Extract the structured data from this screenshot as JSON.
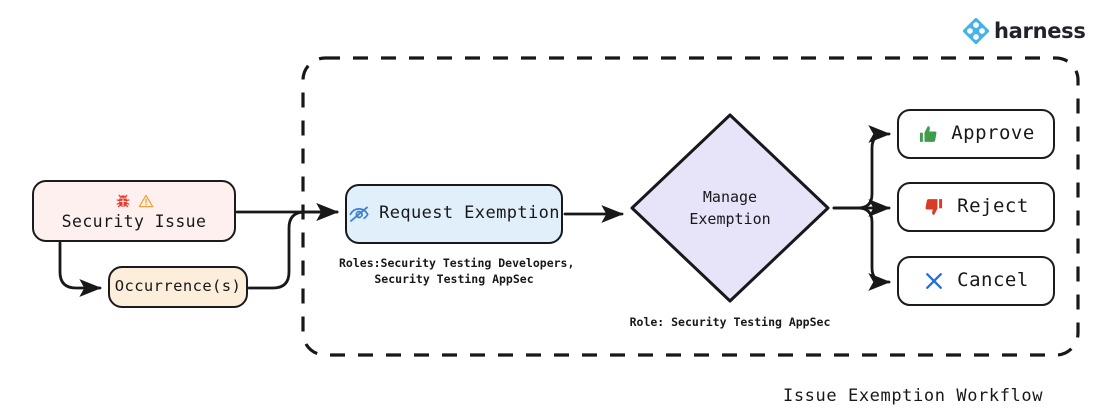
{
  "brand": {
    "name": "harness",
    "logo_icon": "harness-diamond-logo-icon",
    "accent_color": "#46b3e8"
  },
  "diagram": {
    "title": "Issue Exemption Workflow",
    "container": {
      "name": "exemption-scope-container",
      "border_style": "dashed",
      "border_color": "#18181b"
    },
    "nodes": {
      "security_issue": {
        "label": "Security Issue",
        "fill": "#fdf0ee",
        "icons": [
          "bug-icon",
          "warning-triangle-icon"
        ],
        "bug_color": "#e8392a",
        "warning_color": "#f0a23c"
      },
      "occurrences": {
        "label": "Occurrence(s)",
        "fill": "#fceedb"
      },
      "request_exemption": {
        "label": "Request Exemption",
        "fill": "#e0effa",
        "icon": "eye-slash-icon",
        "icon_color": "#3f7fd0",
        "roles_caption": "Roles:Security Testing Developers,\nSecurity Testing AppSec"
      },
      "manage_exemption": {
        "label_line1": "Manage",
        "label_line2": "Exemption",
        "fill": "#e7e4f9",
        "shape": "diamond",
        "role_caption": "Role: Security Testing AppSec"
      },
      "approve": {
        "label": "Approve",
        "icon": "thumbs-up-icon",
        "icon_color": "#3f9c4b",
        "fill": "#ffffff"
      },
      "reject": {
        "label": "Reject",
        "icon": "thumbs-down-icon",
        "icon_color": "#da3b26",
        "fill": "#ffffff"
      },
      "cancel": {
        "label": "Cancel",
        "icon": "close-x-icon",
        "icon_color": "#1f6fe0",
        "fill": "#ffffff"
      }
    }
  }
}
